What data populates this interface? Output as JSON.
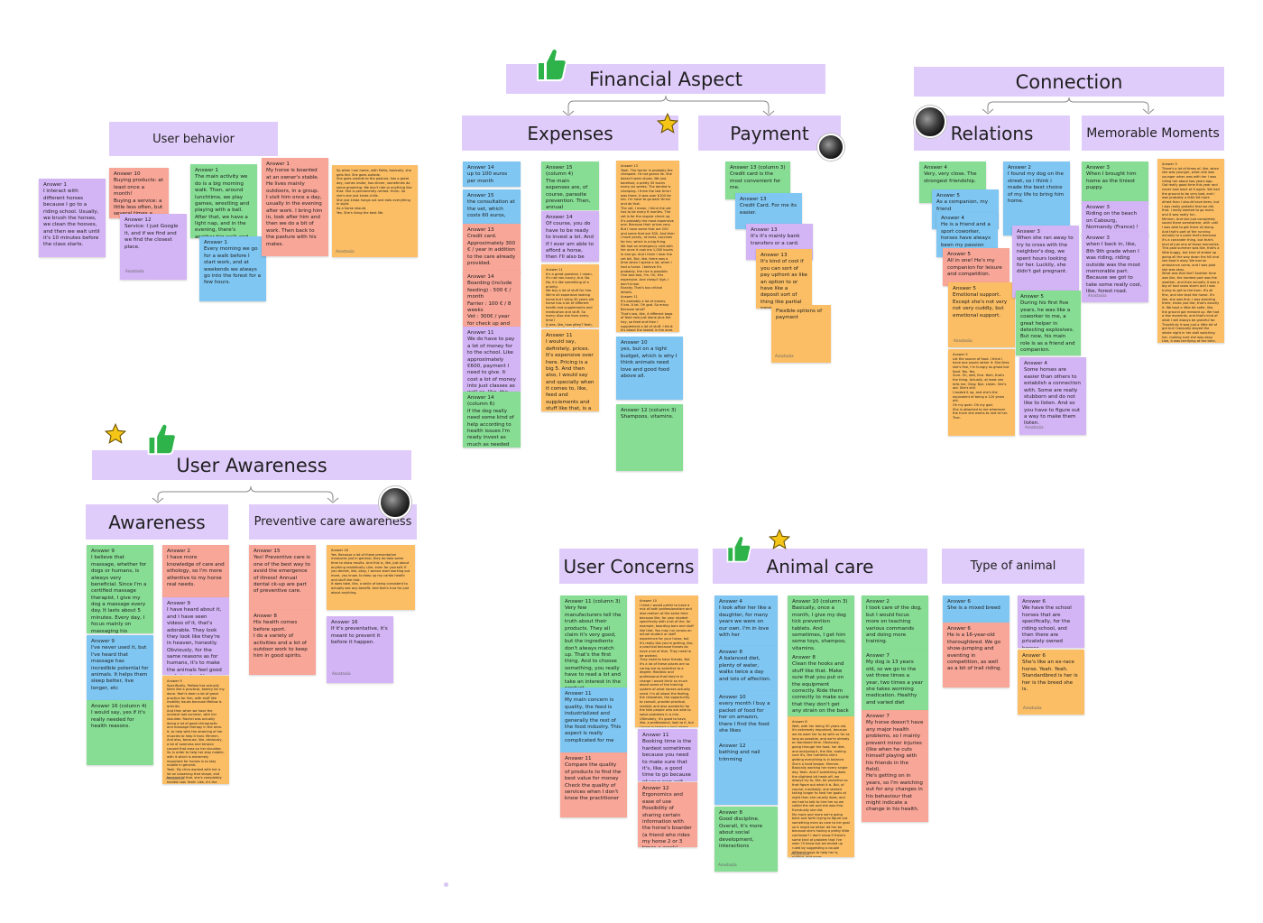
{
  "headers": {
    "financial_aspect": "Financial Aspect",
    "expenses": "Expenses",
    "payment": "Payment",
    "connection": "Connection",
    "relations": "Relations",
    "memorable_moments": "Memorable Moments",
    "user_behavior": "User behavior",
    "user_awareness": "User Awareness",
    "awareness": "Awareness",
    "preventive_care": "Preventive care awareness",
    "user_concerns": "User Concerns",
    "animal_care": "Animal care",
    "type_of_animal": "Type of animal"
  },
  "icons": {
    "thumb": "thumbs-up-icon",
    "star": "star-icon",
    "avatar": "avatar"
  },
  "colors": {
    "header": "#e0ccfb",
    "blue": "#7fc6f2",
    "green": "#86dd93",
    "purple": "#d3b4f5",
    "salmon": "#f7a697",
    "orange": "#fbbe65"
  },
  "signature": "Anastasiia",
  "notes": {
    "ub1": "Answer 1\nI interact with different horses because I go to a riding school. Usually, we brush the horses, we clean the hooves, and then we wait until it's 10 minutes before the class starts.",
    "ub2": "Answer 10\nBuying products: at least once a month!\nBuying a service: a little less often, but several times a year.",
    "ub3": "Answer 12\nService: I just Google it, and if we find and we find the closest place.",
    "ub4": "Answer 1\nThe main activity we do is a big morning walk. Then, around lunchtime, we play games, wrestling and playing with a ball. After that, we have a light nap, and in the evening, there's another big walk and more playtime with him.",
    "ub5": "Answer 1\nEvery morning we go for a walk before I start work, and at weekends we always go into the forest for a few hours.",
    "ub6": "Answer 1\nMy horse is boarded at an owner's stable. He lives mainly outdoors, in a group.\nI visit him once a day, usually in the evening after work. I bring him in, look after him and then we do a bit of work. Then back to the pasture with his mates.",
    "ub7": "So when I am home, with Mello, basically, she gets fed. She goes outside.\nShe goes outside to the pasture, has a great day, comes inside, has dinner, sometimes do some grooming. We don't ride or anything like that. She is permanently retired. Hmm. So she's she just kinda chills.\nShe just kinda hangs out and eats everything in sight.\nAs a horse should.\nYes. She's living the best life.",
    "ex1": "Answer 14\nup to 100 euros per month",
    "ex2": "Answer 15\nthe consultation at the vet, which costs 60 euros,",
    "ex3": "Answer 13\nCredit card. Approximately 300 € / year in addition to the care already provided.",
    "ex4": "Answer 14\nBoarding (include feeding) : 500 € / month\nFarrier : 100 € / 8 weeks\nVet : 300€ / year for check up and dental + more if needed\nOsteopath : 300€ / year",
    "ex5": "Answer 11\nWe do have to pay a lot of money for to the school. Like approximately €600, payment I need to give. It cost a lot of money into just classes as well as, like, the equipment: shoes, trousers, shirts, jackets, all of these.",
    "ex6": "Answer 14 (column 6)\nif the dog really need some kind of help according to health issues I'm ready invest as much as needed",
    "ex7": "Answer 15 (column 4)\nThe main expenses are, of course, parasite prevention. Then, annual vaccinations, toothpaste for brushing his teeth once a week.",
    "ex8": "Answer 14\nOf course, you do have to be ready to invest a lot. And if I ever am able to afford a horse, then I'll also be willing to, you know, invest a lot.",
    "ex9": "Answer 11\nIt's a great question. I mean, it's not non-luxury, but. No. No, it's like something of a priority.\nWe buy a lot of stuff for him. We're all expensive looking horse but I bring 30 years old horse has a lot of different health and supplements and medication and stuff. So every. Also she lives every time I\nIt was, like, how often? Yeah.\nOh, yeah. How often? I would say probably between every other, I always say.\nProbably at least once a week at this point.\nOkay. That's a lot.",
    "ex10": "Answer 11\nI would say, definitely, prices. It's expensive over here. Pricing is a big 5. And then also, I would say and specially when it comes to, like, feed and supplements and stuff like that, is a lot of labeling and marketing practices. Pricing and reliability.",
    "ex11": "Answer 13\nYeah. The farrier is probably the cheapest. I'd not gonna lie. She doesn't wear shoes. We just barefoot, a pretty 45 bucks every six weeks. The dentist is cheaping. I think the last time I was there, it was over $100 for her. I'm have to go back thrice and do that.\nThe vet, I mean, I think the vet has to be every 6 months. The vet is for the regular check up. It's probably the most expensive one. Because their prices vary. But I have some that are 200 and some that are 300. And then I have yearly, at least, vaccines for her, which is a big thing.\nWe had an emergency visit with her once it cost me 1,000 bucks in one go. And I think I hear the vet bill. But, like, there was a time when I spend a lot, when I had a horse. I believe it's probably, the rice is possible.\nOne was two, I'm. Oh, this expensive. And cheap? Ugh. I don't know.\nExactly. That's too critical details.\nAnswer 11\nIt's probably a lot of money.\n0 bro. A lot. Oh god. So many.\nBecause what?\nThat's low, like, 4 different bags of feed now just alone plus the hay, so feed and then I supplement a lot of stuff. I think it's about the lowest in the area. Like, over a hundred per month.\nYeah. Yep. Daddy.\nOkay. Cool.",
    "ex12": "Answer 10\nyes, but on a tight budget, which is why I think animals need love and good food above all.",
    "ex13": "Answer 12 (column 3)\nShampoos, vitamins.",
    "pay1": "Answer 13 (column 3)\nCredit card is the most convenient for me.",
    "pay2": "Answer 13\nCredit Card. For me its easier.",
    "pay3": "Answer 13\nIt's it's mainly bank transfers or a card.",
    "pay4": "Answer 13\nIt's kind of cool if you can sort of pay upfront as like an option to or have like a deposit sort of thing like partial payments. I feel like it's not a specific payment method, but having",
    "pay5": "Flexible options of payment",
    "rel1": "Answer 4\nVery, very close. The strongest friendship.",
    "rel2": "Answer 5\nAs a companion, my friend",
    "rel3": "Answer 4\nHe is a friend and a sport coworker, horses have always been my passion",
    "rel4": "Answer 5\nAll in one! He's my companion for leisure and competition.",
    "rel5": "Answer 5\nEmotional support. Except she's not very not very cuddly, but emotional support.",
    "rel6": "Answer 5\nLet the source of food. I think I have one would rather it. She likes she's fine, I'm hungry as ghost but food. Yes. Yes.\nSure. Oh, well, fine. Yeah, that's the thing. Actually, at least she tells me. Okay. Bye. Listen. She's old. She's still.\nI looked it up, and she's the equivalent of being a 120 years old.\nOh my gosh. Oh my god.\nShe is attached to me whenever the truck she wants to rest at her.\nTrue.",
    "rel7": "Answer 2\nI found my dog on the street, so i think i made the best choice of my life to bring him home.",
    "rel8": "Answer 3\nWhen she ran away to try to cross with the neighbor's dog, we spent hours looking for her. Luckily, she didn't get pregnant.",
    "rel9": "Answer 5\nDuring his first five years, he was like a coworker to me, a great helper in detecting explosives. But now, his main role is as a friend and companion.",
    "rel10": "Answer 4\nSome horses are easier than others to establish a connection with. Some are really stubborn and do not like to listen. And so you have to figure out a way to make them listen.",
    "mm1": "Answer 3\nWhen I brought him home as the tiniest puppy.",
    "mm2": "Answer 3\nRiding on the beach on Cabourg, Normandy (France) !",
    "mm3": "Answer 3\nwhen I back in, like, 8th 9th grade when I was riding, riding outside was the most memorable part. Because we got to take some really cool, like, forest road.",
    "mm4": "Answer 3\nThere's a lot of times of, like, when she was younger, when she was younger when was with her I was riding her about two years ago. Got really good time this year and never look back at it again. We had the ground to be very bad, and I was probably a little bit more afraid than I should have been, but I was really grateful that we did that. I really wanted to go more, and it was really fun.\nMmmm. And she just completely saved there somewhere, with until I was able to get there all along. And that's part of the running actually to a point that's because it's a coriander thing, but that's kind of just one of those memories. This past summer was like, that's a little buggy, but kind of ended up going all the way down the hill and she kept it okay. We had an ambulance come, and I was glad she was okay.\nWhat was that like? Another time was like, the hardest part was the weather, and then actually it was a big ol' bad snow storm and I was trying to get to the barn. It's all fine, and she kept the horse. It's like, she was fine. I was standing there, kinda just like, that's exactly it. We kept a little bit safer, like, the ground got messed up. We had a few moments, and that's kind of what I will always be grateful for.\nThankfully it was just a little bit of gut but I basically stayed the whole night in her stall watching her, making sure she was okay.\nLike, it was terrifying at the time, but, yes. I was sitting there with her all night. Like, just her and me and the horse. It was fun."
  },
  "notes2": {
    "aw1": "Answer 9\nI believe that massage, whether for dogs or humans, is always very beneficial. Since I'm a certified massage therapist, I give my dog a massage every day. It lasts about 5 minutes. Every day, I focus mainly on massaging his muscles.",
    "aw2": "Answer 9\nI've never used it, but I've heard that massage has incredible potential for animals. It helps them sleep better, live longer, etc",
    "aw3": "Answer 16 (column 4)\nI would say, yes if it's really needed for health reasons.",
    "aw4": "Answer 2\nI have more knowledge of care and ethology, so I'm more attentive to my horse real needs.",
    "aw5": "Answer 9\nI have heard about it, and I have seen videos of it, that's adorable. They look they look like they're in heaven, honestly. Obviously, for the same reasons as for humans, it's to make the animals feel good and stay healthy.",
    "aw6": "Answer 9\nSpecifically, Mellow has actually been like a practical, twenty far my done. Yeah's been a lot of great practice for him, with stuff like mobility issues because Mellow is arthritic.\nAnd then when we have the incident last summer, with her shoulder. Rachel was actually doing a lot of good chiropractic and massage therapy in the area. It, to help with the straining of her muscles to help it heal. Mmmm. And also, because, like, obviously, a lot of soreness and tension caused that area on her shoulder. So in order to help her stay mobile, with it which is extremely important for horses is to stay mobile in general.\nYeah. My chiro worked with her a lot on loosening that shape, and because of that, she's completely healed now. Yeah! Like, it's the nothing less important.\nSo you can say your experience with, our stakeholder has been a very good experience.\nit. Stakeholder. Oh my god. I love that. Yes. Yes. It has been a very good experience. Yeah.",
    "pc1": "Answer 15\nYes! Preventive care is one of the best way to avoid the emergence of illness! Annual dental ck-up are part of preventive care.",
    "pc2": "Answer 8\nHis health comes before sport.\nI do a variety of activities and a lot of outdoor work to keep him in good spirits.",
    "pc3": "Answer 16\nYes. Because a lot of these preventative measures just in general, they do take some time to show results. And this is, like, just about anything realistically. Like, even for yourself. If you decide, like, okay, I wanna start working out more, you know, to keep up my cardio health and stuff like that.\nIt does take, like, a while of being consistent to actually see any benefit. And that's true for just about anything.",
    "pc4": "Answer 16\nIf it's preventative, it's meant to prevent it before it happen.",
    "uc1": "Answer 11 (column 3)\nVery few manufacturers tell the truth about their products. They all claim it's very good, but the ingredients don't always match up. That's the first thing. And to choose something, you really have to read a lot and take an interest in the product.",
    "uc2": "Answer 11\nMy main concern is quality, the feed is industrialized and generally the rest of the food industry. This aspect is really complicated for me",
    "uc3": "Answer 11\nCompare the quality of products to find the best value for money\nCheck the quality of services when I don't know the practitioner",
    "uc4": "Answer 10\nI think I would prefer to have a mix of both professionalism and also realism at the same time because like, for your student specifically with a lot of the, for example, boarding bars and stuff like that. You may run across an actual student or staff experience for your horse, but it's really like you're getting, like, a practical because horses do have a lot of that. They need to be worked.\nThey need to have friends. But it's a lot of these places are so caring are so selective to a degree. Realistic and professional that they're in charge I would think so much about some of the training system of what horses actually need. I'm all about the feeling, the relaxation, the opportunity to consult, provide practical, realistic and also wonderful for the kids people who are able to solve problems in a mix.\nUltimately, it's good to have, like, a professional, look to it, but I know in there's a look where that is again, give her a better feel of doing what I want to do, and I can kinda tell it looks that there are so many. And I know if I think the trade they may not be, so..\nKind of makes sense. So, like, in, you're, like, professional but realistic where it's, like, it is not enough.\nExactly. Yeah.",
    "uc5": "Answer 11\nBooking time is the hardest sometimes because you need to make sure that it's, like, a good time to go because of your own self",
    "uc6": "Answer 12\nErgonomics and ease of use\nPossibility of sharing certain information with the horse's boarder (a friend who rides my horse 2 or 3 times a week).",
    "ac1": "Answer 4\nI look after her like a daughter, for many years we were on our own. I'm in love with her",
    "ac2": "Answer 8\nA balanced diet, plenty of water, walks twice a day and lots of affection.",
    "ac3": "Answer 10\nevery month I buy a packet of food for her on amazon, there I find the food she likes",
    "ac4": "Answer 12\nbathing and nail trimming",
    "ac5": "Answer 8\nGood discipline. Overall, it's more about social development, interactions",
    "ac6": "Answer 10 (column 3)\nBasically, once a month, I give my dog tick prevention tablets. And sometimes, I get him some toys, shampoo, vitamins.",
    "ac7": "Answer 8\nClean the hooks and stuff like that. Make sure that you put on the equipment correctly. Ride them correctly to make sure that they don't get any strain on the back",
    "ac8": "Answer 8\nWell, with her being 30 years old, it's extremely important, because we do want her to be with us for as long as possible, and we're already on borrowed time. Obviously, going through the food, her diet, and analyzing it, the like, making sure it's, the nutrients she's getting everything is in balance. She's a hard keeper. Mmmm.\nBasically working her every single day. Yeah. And if something does the slightest bit heals off, we always try to, like, be proactive so that figure out what it is. But, of course, inevitably, one started taking longer to heal her goals at night than she usually does, and we had to talk to hire her so we called the vet and she was fine. Eventually she did.\nMy more and more we're going back and forth trying to figure out something even as care to her goal so it might be either let her be because she's having a pretty little confusion? I don't know if there's some kind of problem that I've seen I'll know but we ended up ruled by suggesting a couple different ways to help her is, putting, and more.\nUnfortunately, none of the field clocks had so actually had any to a touch. So I do know they want to go see if she could, like, uncomfortable, hmmm or, like, get it more comfort-wise.\nI haven't heard anything negative, so I'm assuming it's good. My senior horse has updated me from. Yeah. Interesting.",
    "ac9": "Answer 2\nI took care of the dog, but I would focus more on teaching various commands and doing more training.",
    "ac10": "Answer 7\nMy dog is 13 years old, so we go to the vet three times a year, two times a year she takes worming medication. Healthy and varied diet",
    "ac11": "Answer 7\nMy horse doesn't have any major health problems, so I mainly prevent minor injuries (like when he cuts himself playing with his friends in the field).\nHe's getting on in years, so I'm watching out for any changes in his behaviour that might indicate a change in his health.",
    "ta1": "Answer 6\nShe is a mixed breed",
    "ta2": "Answer 6\nHe is a 16-year-old thoroughbred. We go show-jumping and eventing in competition, as well as a bit of trail riding.",
    "ta3": "Answer 6\nWe have the school horses that are specifically, for the riding school, and then there are privately owned horses.",
    "ta4": "Answer 6\nShe's like an ex-race horse. Yeah. Yeah. Standardbred is her is her is the breed she is."
  }
}
